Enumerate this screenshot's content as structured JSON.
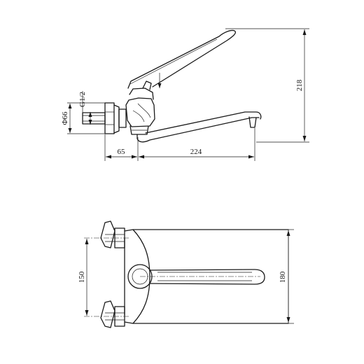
{
  "drawing": {
    "side_view": {
      "spout_length": "224",
      "wall_offset": "65",
      "height": "218",
      "flange_diameter": "Φ66",
      "thread": "G1/2"
    },
    "top_view": {
      "inlet_spacing": "150",
      "total_width": "180"
    }
  }
}
